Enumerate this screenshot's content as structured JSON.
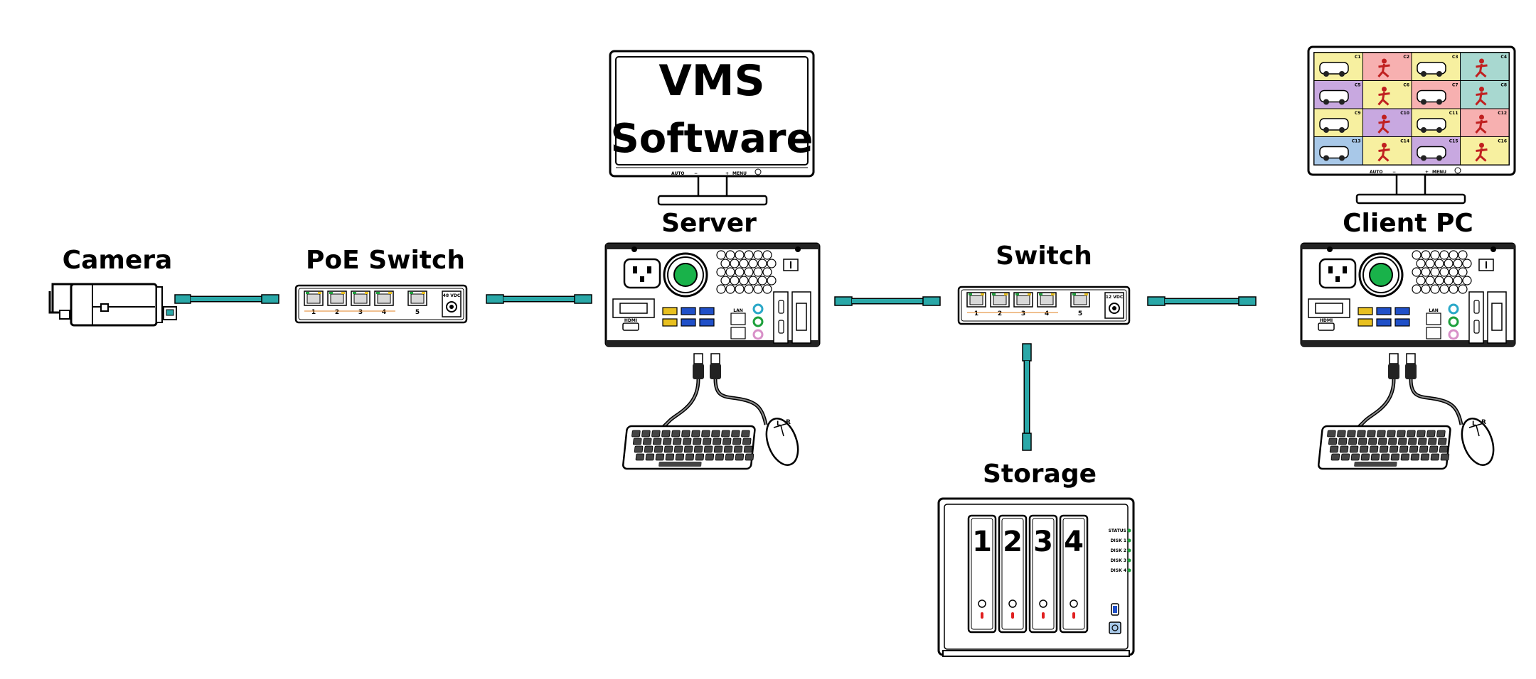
{
  "labels": {
    "camera": "Camera",
    "poe_switch": "PoE Switch",
    "server": "Server",
    "switch": "Switch",
    "client_pc": "Client PC",
    "storage": "Storage"
  },
  "vms_screen": {
    "line1": "VMS",
    "line2": "Software"
  },
  "monitor_controls": {
    "auto": "AUTO",
    "minus": "−",
    "plus": "+",
    "menu": "MENU"
  },
  "poe_switch_ports": [
    "1",
    "2",
    "3",
    "4",
    "5"
  ],
  "poe_switch_power": "48 VDC",
  "switch_ports": [
    "1",
    "2",
    "3",
    "4",
    "5"
  ],
  "switch_power": "12 VDC",
  "storage_bays": [
    "1",
    "2",
    "3",
    "4"
  ],
  "storage_leds": [
    "STATUS",
    "DISK 1",
    "DISK 2",
    "DISK 3",
    "DISK 4"
  ],
  "pc_ports": {
    "lan": "LAN",
    "hdmi": "HDMI"
  },
  "mouse_buttons": {
    "left": "L",
    "right": "R"
  },
  "client_tiles": [
    "C1",
    "C2",
    "C3",
    "C4",
    "C5",
    "C6",
    "C7",
    "C8",
    "C9",
    "C10",
    "C11",
    "C12",
    "C13",
    "C14",
    "C15",
    "C16"
  ],
  "colors": {
    "cable": "#2aa8a8",
    "led_green": "#1ea03c",
    "fan_green": "#19b24a",
    "disk_led_red": "#e02020",
    "usb_blue": "#2050c8",
    "usb_yellow": "#e8c020",
    "tile_colors": [
      "#f7f0a0",
      "#f7b0b0",
      "#f7f0a0",
      "#a8d8d0",
      "#c8a8e0",
      "#f7f0a0",
      "#f7b0b0",
      "#a8d8d0",
      "#f7f0a0",
      "#c8a8e0",
      "#f7f0a0",
      "#f7b0b0",
      "#a8c8e8",
      "#f7f0a0",
      "#c8a8e0",
      "#f7f0a0"
    ]
  }
}
